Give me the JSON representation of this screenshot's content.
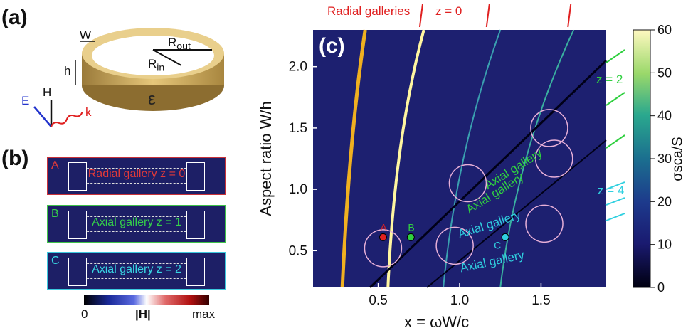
{
  "panels": {
    "a": {
      "label": "(a)",
      "W": "W",
      "h": "h",
      "Rout": "R",
      "Rout_sub": "out",
      "Rin": "R",
      "Rin_sub": "in",
      "eps": "ε",
      "E": "E",
      "H": "H",
      "k": "k"
    },
    "b": {
      "label": "(b)",
      "modes": [
        {
          "tag": "A",
          "text": "Radial gallery z = 0",
          "color": "#e23a3a",
          "border": "#c8323a"
        },
        {
          "tag": "B",
          "text": "Axial gallery z = 1",
          "color": "#35d04a",
          "border": "#3fc24a"
        },
        {
          "tag": "C",
          "text": "Axial gallery z = 2",
          "color": "#39d7e4",
          "border": "#3cc8de"
        }
      ],
      "scale_min": "0",
      "scale_label": "|H|",
      "scale_max": "max"
    },
    "c": {
      "label": "(c)",
      "top_note": "Radial galleries",
      "top_z": "z = 0",
      "z2": "z = 2",
      "z4": "z = 4",
      "gallery_labels": [
        "Axial gallery",
        "Axial gallery",
        "Axial gallery",
        "Axial gallery"
      ],
      "points": [
        "A",
        "B",
        "C"
      ]
    }
  },
  "chart_data": {
    "type": "heatmap",
    "xlabel": "x = ωW/c",
    "ylabel": "Aspect ratio W/h",
    "xlim": [
      0.1,
      1.9
    ],
    "ylim": [
      0.2,
      2.3
    ],
    "xticks": [
      "0.5",
      "1.0",
      "1.5"
    ],
    "yticks": [
      "0.5",
      "1.0",
      "1.5",
      "2.0"
    ],
    "colorbar": {
      "label": "σsca/S",
      "min": 0,
      "max": 60,
      "ticks": [
        "0",
        "10",
        "20",
        "30",
        "40",
        "50",
        "60"
      ]
    },
    "marked_points": [
      {
        "name": "A",
        "x": 0.53,
        "y": 0.61,
        "color": "#e02020"
      },
      {
        "name": "B",
        "x": 0.7,
        "y": 0.61,
        "color": "#30d040"
      },
      {
        "name": "C",
        "x": 1.28,
        "y": 0.61,
        "color": "#30d0e0"
      }
    ],
    "circles": [
      {
        "x": 0.53,
        "y": 0.52
      },
      {
        "x": 0.97,
        "y": 0.54
      },
      {
        "x": 1.05,
        "y": 1.05
      },
      {
        "x": 1.52,
        "y": 0.72
      },
      {
        "x": 1.58,
        "y": 1.25
      },
      {
        "x": 1.55,
        "y": 1.5
      }
    ]
  }
}
